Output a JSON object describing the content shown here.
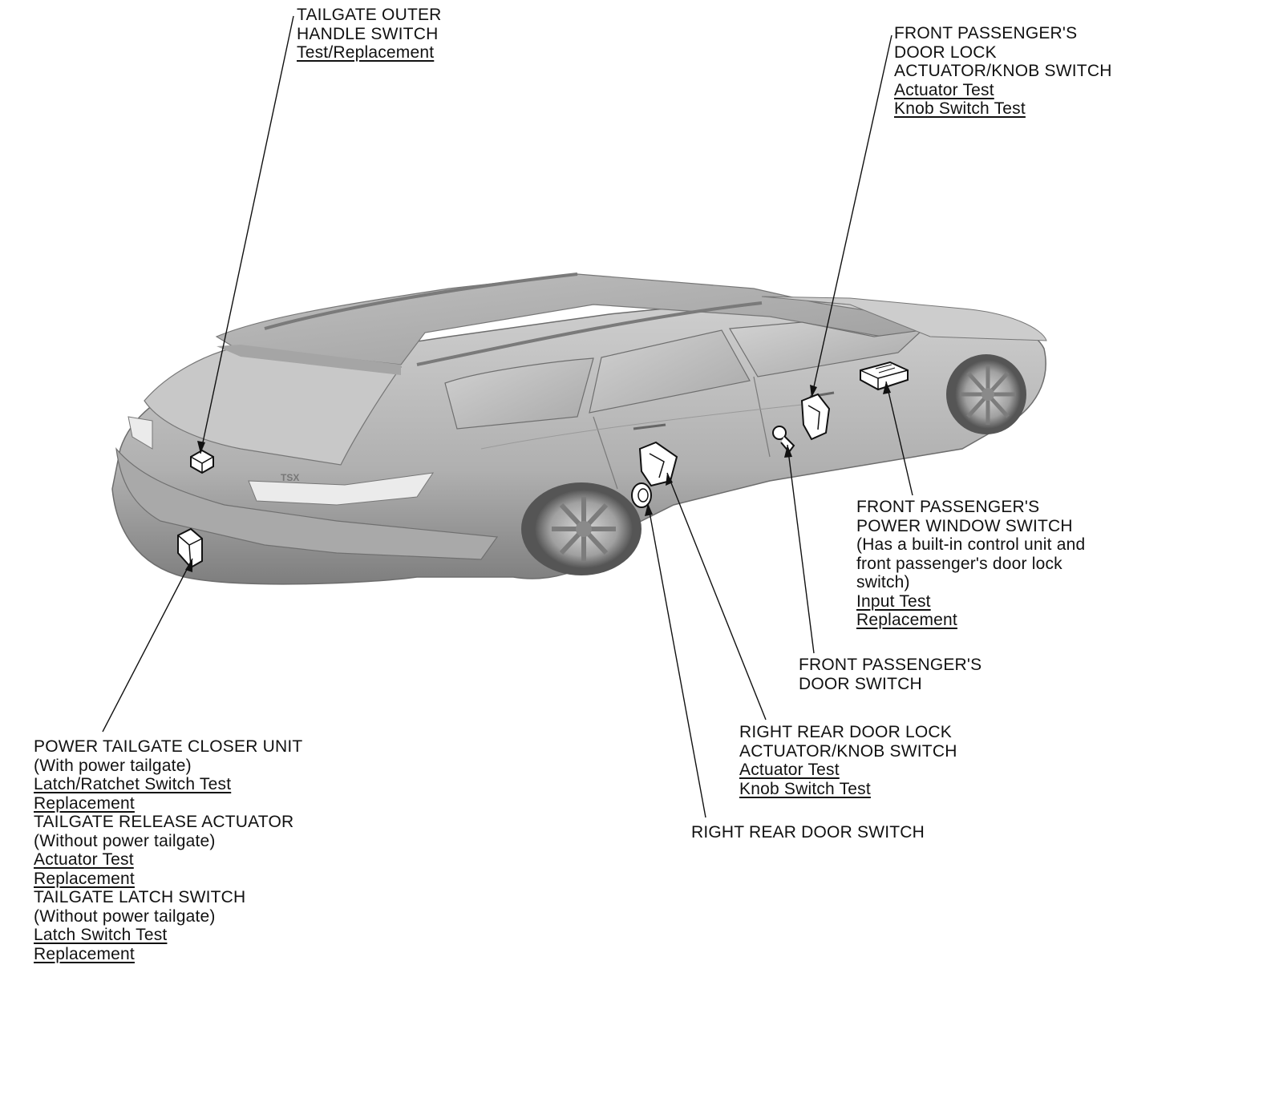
{
  "callouts": {
    "tailgate_outer_handle": {
      "lines": [
        "TAILGATE OUTER",
        "HANDLE SWITCH"
      ],
      "links": [
        "Test/Replacement"
      ]
    },
    "front_passenger_door_lock": {
      "lines": [
        "FRONT PASSENGER'S",
        "DOOR LOCK",
        "ACTUATOR/KNOB SWITCH"
      ],
      "links": [
        "Actuator Test",
        "Knob Switch Test"
      ]
    },
    "front_passenger_power_window": {
      "lines": [
        "FRONT PASSENGER'S",
        "POWER WINDOW SWITCH",
        "(Has a built-in control unit and",
        "front passenger's door lock",
        "switch)"
      ],
      "links": [
        "Input Test",
        "Replacement"
      ]
    },
    "front_passenger_door_switch": {
      "lines": [
        "FRONT PASSENGER'S",
        "DOOR SWITCH"
      ]
    },
    "right_rear_door_lock": {
      "lines": [
        "RIGHT REAR DOOR LOCK",
        "ACTUATOR/KNOB SWITCH"
      ],
      "links": [
        "Actuator Test",
        "Knob Switch Test"
      ]
    },
    "right_rear_door_switch": {
      "lines": [
        "RIGHT REAR DOOR SWITCH"
      ]
    },
    "power_tailgate_closer": {
      "lines_a": [
        "POWER TAILGATE CLOSER UNIT",
        "(With power tailgate)"
      ],
      "links_a": [
        "Latch/Ratchet Switch Test",
        "Replacement"
      ],
      "lines_b": [
        "TAILGATE RELEASE ACTUATOR",
        "(Without power tailgate)"
      ],
      "links_b": [
        "Actuator Test",
        "Replacement"
      ],
      "lines_c": [
        "TAILGATE LATCH SWITCH",
        "(Without power tailgate)"
      ],
      "links_c": [
        "Latch Switch Test",
        "Replacement"
      ]
    }
  },
  "vehicle_badge": "TSX"
}
